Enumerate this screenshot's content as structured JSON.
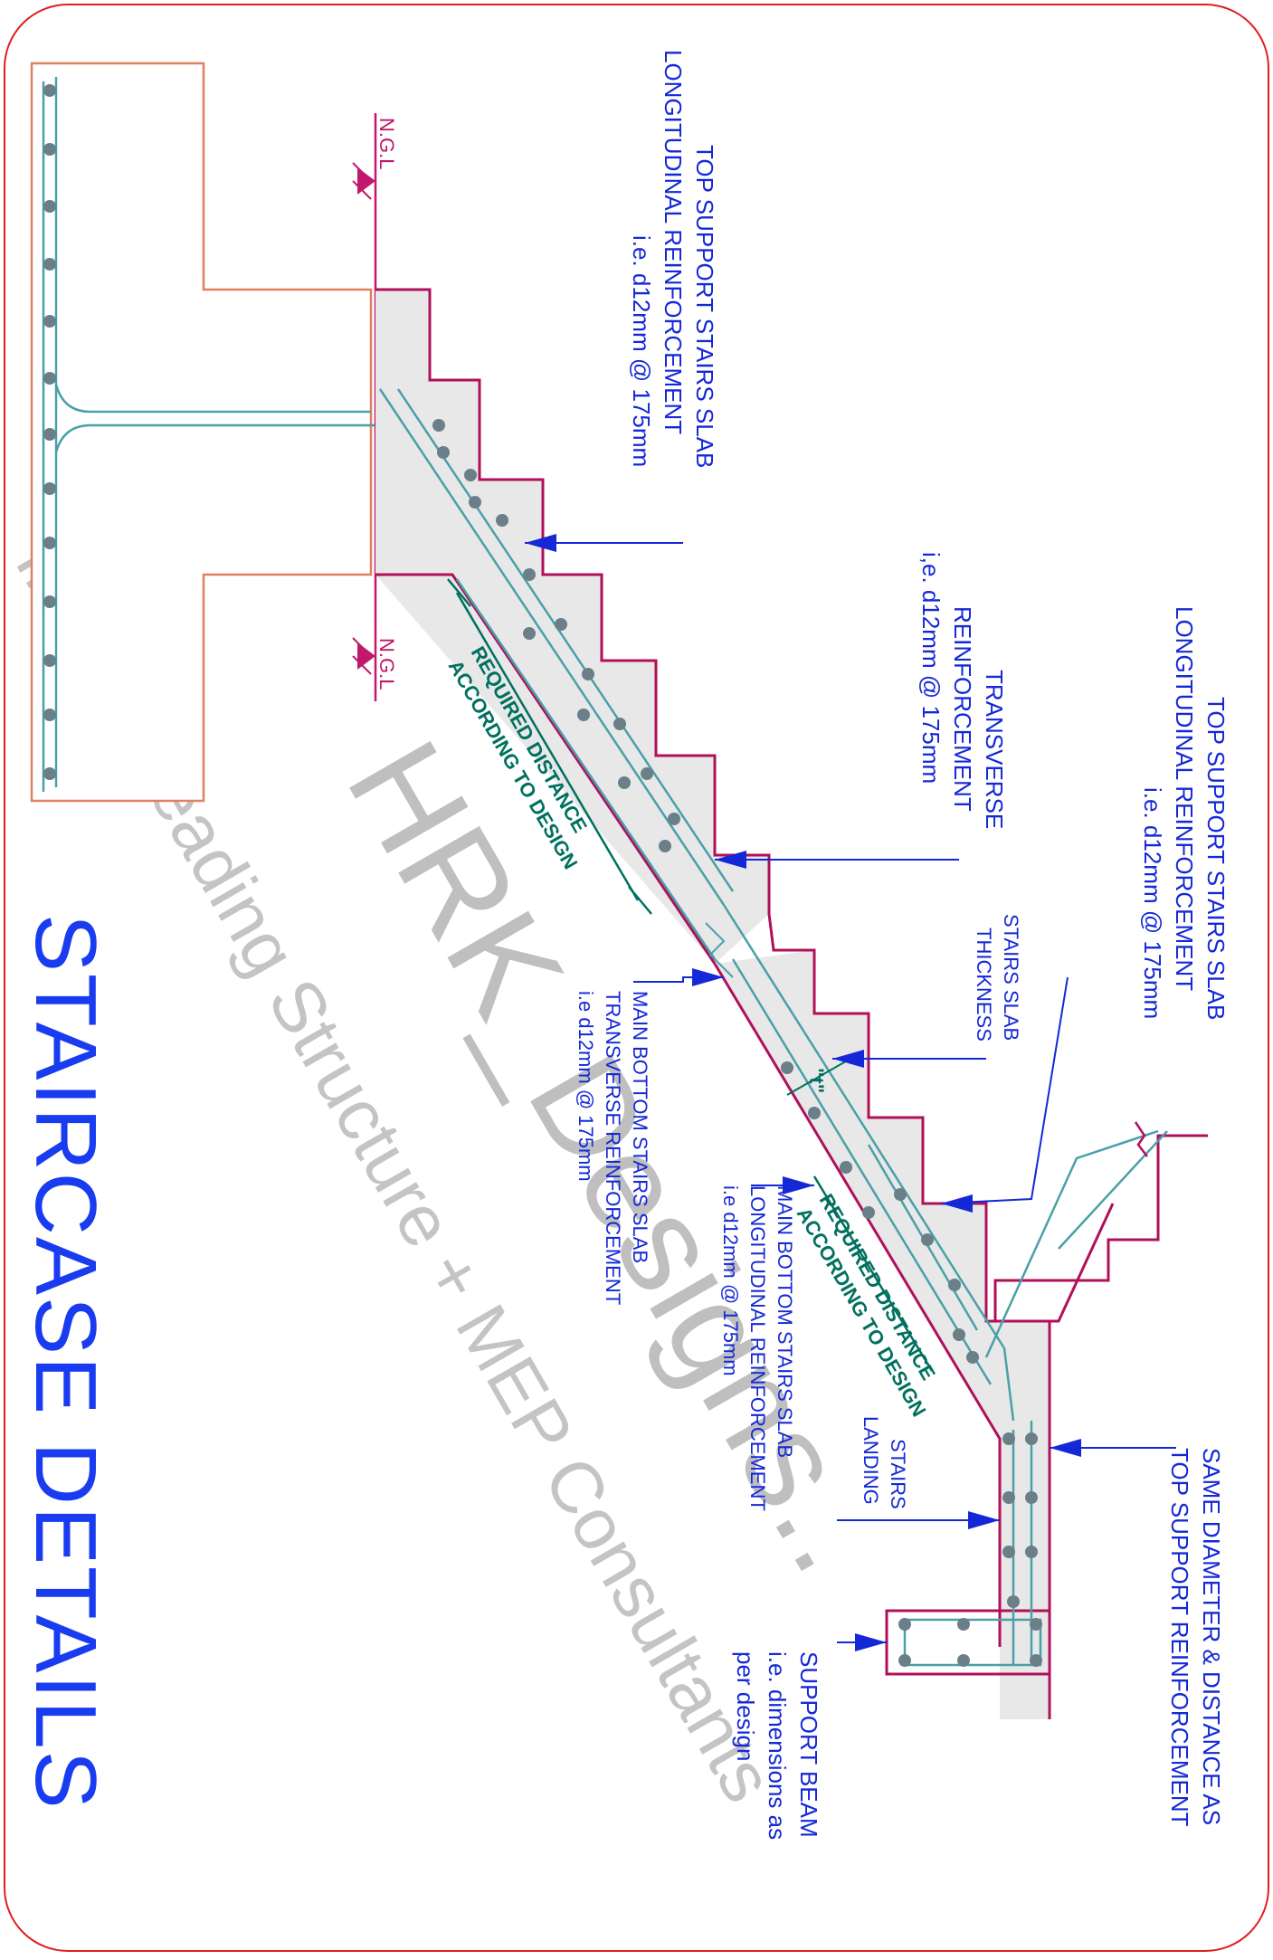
{
  "title": "STAIRCASE DETAILS",
  "ground_level_label": "N.G.L",
  "labels": {
    "top_support_1": [
      "TOP SUPPORT STAIRS SLAB",
      "LONGITUDINAL REINFORCEMENT",
      "i.e. d12mm @ 175mm"
    ],
    "transverse": [
      "TRANSVERSE",
      "REINFORCEMENT",
      "i,e. d12mm @ 175mm"
    ],
    "top_support_2": [
      "TOP SUPPORT STAIRS SLAB",
      "LONGITUDINAL REINFORCEMENT",
      "i.e. d12mm @ 175mm"
    ],
    "slab_thickness": [
      "STAIRS SLAB",
      "THICKNESS"
    ],
    "main_bottom_transverse": [
      "MAIN BOTTOM STAIRS SLAB",
      "TRANSVERSE REINFORCEMENT",
      "i.e d12mm @ 175mm"
    ],
    "main_bottom_longitudinal": [
      "MAIN BOTTOM STAIRS SLAB",
      "LONGITUDINAL REINFORCEMENT",
      "i.e d12mm @ 175mm"
    ],
    "stairs_landing": [
      "STAIRS",
      "LANDING"
    ],
    "same_diameter": [
      "SAME DIAMETER & DISTANCE AS",
      "TOP SUPPORT REINFORCEMENT"
    ],
    "support_beam": [
      "SUPPORT BEAM",
      "i.e. dimensions as",
      "per design"
    ]
  },
  "required_distance_1": [
    "REQUIRED DISTANCE",
    "ACCORDING TO DESIGN"
  ],
  "required_distance_2": [
    "REQUIRED DISTANCE",
    "ACCORDING TO DESIGN"
  ],
  "thickness_symbol": "\"t\"",
  "watermark": {
    "line1": "HRK_Designs..",
    "line2": "India's Leading Structure + MEP Consultants"
  },
  "colors": {
    "annotation": "#1428d8",
    "outline": "#b0105a",
    "rebar": "#4aa0a8",
    "dimension": "#00705f",
    "title": "#1a3cf0"
  }
}
